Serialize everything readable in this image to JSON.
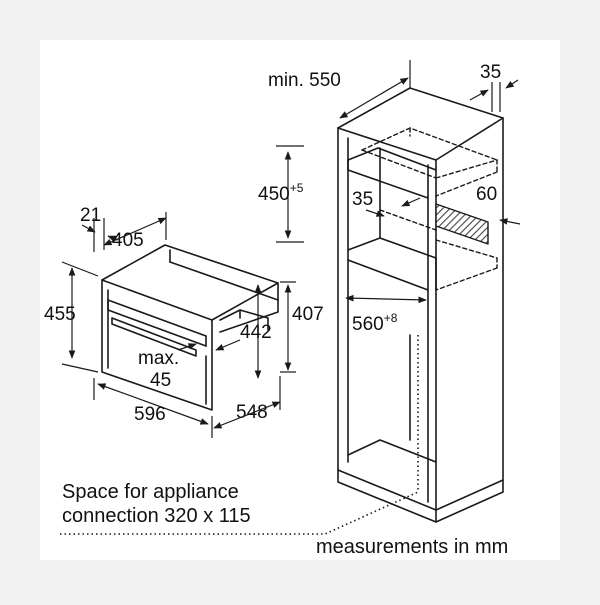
{
  "colors": {
    "outer_background": "#f2f2f2",
    "panel": "#ffffff",
    "line": "#1a1a1a",
    "hatch": "#555555"
  },
  "labels": {
    "min_550": "min. 550",
    "d35_top": "35",
    "d450": "450",
    "d450_sup": "+5",
    "d35_mid": "35",
    "d60": "60",
    "d560": "560",
    "d560_sup": "+8",
    "d21": "21",
    "d405": "405",
    "d455": "455",
    "d442": "442",
    "d407": "407",
    "max_label": "max.",
    "max_value": "45",
    "d596": "596",
    "d548": "548"
  },
  "notes": {
    "space_line1": "Space for appliance",
    "space_line2": "connection 320 x 115",
    "units": "measurements in mm"
  }
}
